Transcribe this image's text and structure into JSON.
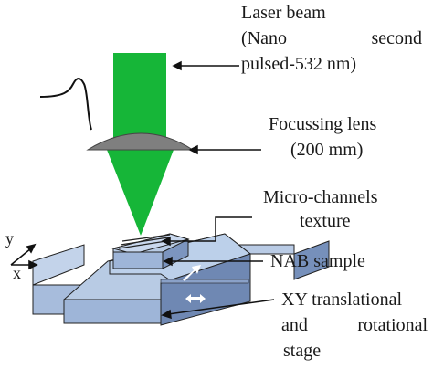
{
  "labels": {
    "laser_line1": "Laser beam",
    "laser_line2a": "(Nano",
    "laser_line2b": "second",
    "laser_line3": "pulsed-532 nm)",
    "lens_line1": "Focussing lens",
    "lens_line2": "(200 mm)",
    "micro_line1": "Micro-channels",
    "micro_line2": "texture",
    "sample": "NAB sample",
    "stage_line1": "XY translational",
    "stage_line2a": "and",
    "stage_line2b": "rotational",
    "stage_line3": "stage",
    "axis_y": "y",
    "axis_x": "x"
  },
  "colors": {
    "beam": "#16b638",
    "lens": "#7f7f7f",
    "stage_top": "#b8cbe4",
    "stage_front": "#9eb5d8",
    "stage_side": "#6f88b3",
    "outline": "#222222"
  }
}
